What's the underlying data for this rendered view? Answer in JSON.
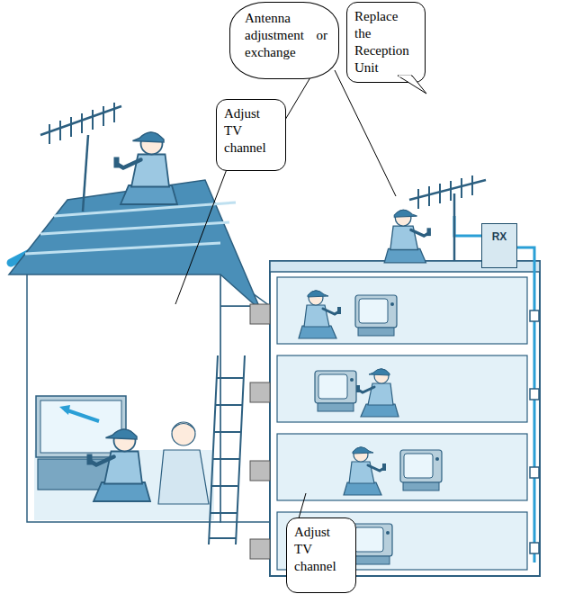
{
  "diagram": {
    "nodes": [
      {
        "text": [
          "Antenna adjustment or exchange"
        ]
      },
      {
        "text": [
          "Replace the Reception Unit"
        ]
      },
      {
        "text": [
          "Adjust TV channel"
        ]
      },
      {
        "text": [
          "RX"
        ]
      },
      {
        "text": [
          "Adjust TV channel"
        ]
      }
    ]
  }
}
